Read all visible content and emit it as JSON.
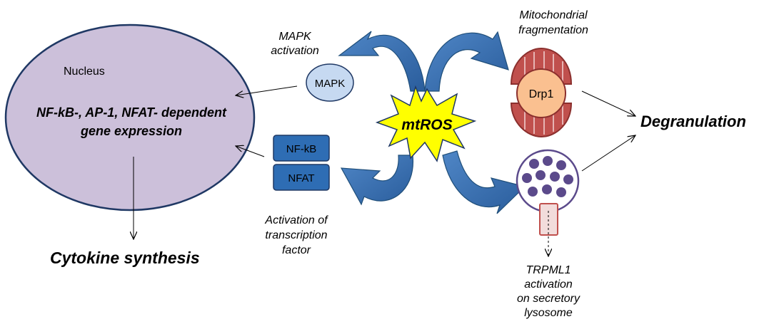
{
  "nucleus": {
    "title": "Nucleus",
    "line1": "NF-kB-, AP-1, NFAT- dependent",
    "line2": "gene expression"
  },
  "cytokine": "Cytokine synthesis",
  "mapk": {
    "node": "MAPK",
    "caption_line1": "MAPK",
    "caption_line2": "activation"
  },
  "transcription": {
    "nfkb": "NF-kB",
    "nfat": "NFAT",
    "caption_line1": "Activation of",
    "caption_line2": "transcription",
    "caption_line3": "factor"
  },
  "mtros": "mtROS",
  "mito": {
    "caption_line1": "Mitochondrial",
    "caption_line2": "fragmentation",
    "drp1": "Drp1"
  },
  "degranulation": "Degranulation",
  "trpml1": {
    "line1": "TRPML1",
    "line2": "activation",
    "line3": "on secretory",
    "line4": "lysosome"
  },
  "colors": {
    "nucleus_fill": "#ccc0da",
    "node_blue": "#2e6db4",
    "node_light": "#c6d9f1",
    "curved_arrow": "#2a5d9c",
    "burst_fill": "#ffff00",
    "mito_red": "#c0504d",
    "drp1_fill": "#fac090",
    "granule": "#5b4a8b"
  }
}
